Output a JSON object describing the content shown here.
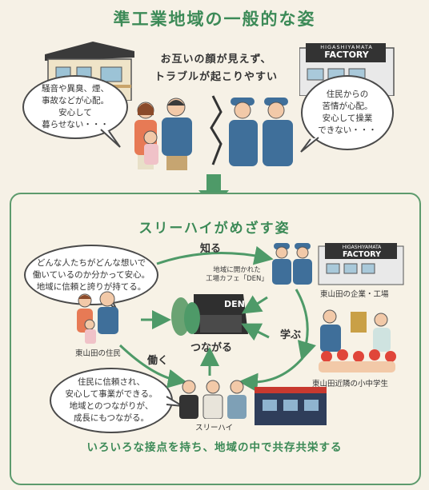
{
  "top": {
    "title": "準工業地域の一般的な姿",
    "headline_lines": [
      "お互いの顔が見えず、",
      "トラブルが起こりやすい"
    ],
    "resident_bubble": [
      "騒音や異臭、煙、",
      "事故などが心配。",
      "安心して",
      "暮らせない・・・"
    ],
    "factory_bubble": [
      "住民からの",
      "苦情が心配。",
      "安心して操業",
      "できない・・・"
    ],
    "factory_sign": [
      "HIGASHIYAMATA",
      "FACTORY"
    ]
  },
  "bottom": {
    "title": "スリーハイがめざす姿",
    "resident_bubble": [
      "どんな人たちがどんな想いで",
      "働いているのか分かって安心。",
      "地域に信頼と誇りが持てる。"
    ],
    "company_bubble": [
      "住民に信頼され、",
      "安心して事業ができる。",
      "地域とのつながりが、",
      "成長にもつながる。"
    ],
    "cafe_caption": [
      "地域に開かれた",
      "工場カフェ「DEN」"
    ],
    "cafe_sign": "DEN",
    "factory_sign": [
      "HIGASHIYAMATA",
      "FACTORY"
    ],
    "center_label": "つながる",
    "verb_know": "知る",
    "verb_learn": "学ぶ",
    "verb_work": "働く",
    "label_residents": "東山田の住民",
    "label_companies": "東山田の企業・工場",
    "label_students": "東山田近隣の小中学生",
    "label_threehigh": "スリーハイ",
    "footer": "いろいろな接点を持ち、地域の中で共存共栄する"
  },
  "colors": {
    "accent_green": "#3c8a57",
    "workwear_blue": "#3f6f9a",
    "background": "#f6f1e6"
  }
}
